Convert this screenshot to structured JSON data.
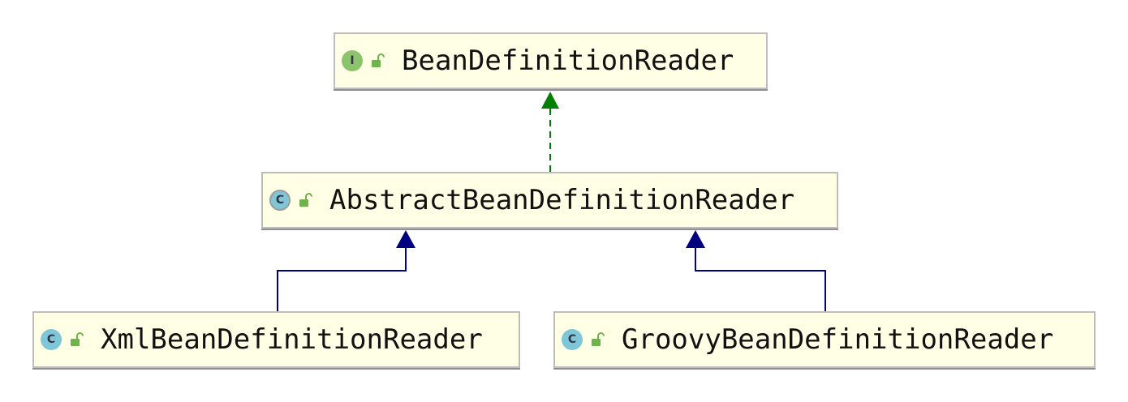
{
  "nodes": {
    "bean_definition_reader": {
      "kind": "interface",
      "badge": "I",
      "label": "BeanDefinitionReader"
    },
    "abstract_bean_definition_reader": {
      "kind": "abstract-class",
      "badge": "C",
      "label": "AbstractBeanDefinitionReader"
    },
    "xml_bean_definition_reader": {
      "kind": "class",
      "badge": "C",
      "label": "XmlBeanDefinitionReader"
    },
    "groovy_bean_definition_reader": {
      "kind": "class",
      "badge": "C",
      "label": "GroovyBeanDefinitionReader"
    }
  },
  "edges": [
    {
      "from": "abstract_bean_definition_reader",
      "to": "bean_definition_reader",
      "type": "implements"
    },
    {
      "from": "xml_bean_definition_reader",
      "to": "abstract_bean_definition_reader",
      "type": "extends"
    },
    {
      "from": "groovy_bean_definition_reader",
      "to": "abstract_bean_definition_reader",
      "type": "extends"
    }
  ],
  "colors": {
    "implements_edge": "#008000",
    "extends_edge": "#000080",
    "node_background": "#ffffe6",
    "interface_badge": "#8cc46e",
    "class_badge": "#7fc6d8",
    "lock_icon": "#6fb34c"
  },
  "icons": {
    "interface_badge": "interface-icon",
    "class_badge": "class-icon",
    "abstract_class_badge": "abstract-class-icon",
    "visibility": "unlocked-lock-icon"
  }
}
